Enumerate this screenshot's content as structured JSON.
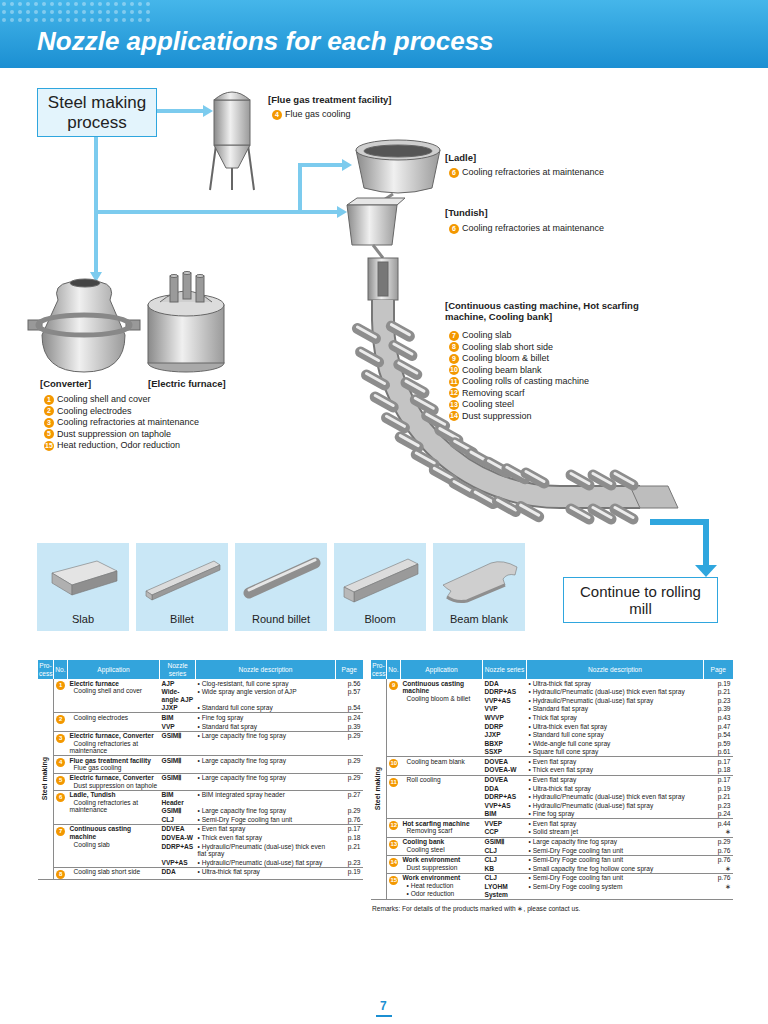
{
  "diagram": {
    "title": "Nozzle applications for each process",
    "nodes": [
      {
        "text": [
          "Steel making process"
        ]
      },
      {
        "text": [
          "Slab"
        ]
      },
      {
        "text": [
          "Billet"
        ]
      },
      {
        "text": [
          "Round billet"
        ]
      },
      {
        "text": [
          "Bloom"
        ]
      },
      {
        "text": [
          "Beam blank"
        ]
      },
      {
        "text": [
          "Continue to rolling mill"
        ]
      }
    ],
    "labels": [
      "[Flue gas treatment facility]",
      "4",
      "Flue gas cooling",
      "[Ladle]",
      "6",
      "Cooling refractories at maintenance",
      "[Tundish]",
      "6",
      "Cooling refractories at maintenance",
      "[Continuous casting machine, Hot scarfing machine, Cooling bank]",
      "7",
      "Cooling slab",
      "8",
      "Cooling slab short side",
      "9",
      "Cooling bloom & billet",
      "10",
      "Cooling beam blank",
      "11",
      "Cooling rolls of casting machine",
      "12",
      "Removing scarf",
      "13",
      "Cooling steel",
      "14",
      "Dust suppression",
      "[Converter]",
      "[Electric furnace]",
      "1",
      "Cooling shell and cover",
      "2",
      "Cooling electrodes",
      "3",
      "Cooling refractories at maintenance",
      "5",
      "Dust suppression on taphole",
      "15",
      "Heat reduction, Odor reduction",
      "Pro- cess",
      "No.",
      "Application",
      "Nozzle series",
      "Nozzle description",
      "Page",
      "Steel making",
      "1",
      "Electric furnace",
      "Cooling shell and cover",
      "AJP",
      "• Clog-resistant, full cone spray",
      "p.56",
      "Wide-angle AJP",
      "• Wide spray angle version of AJP",
      "p.57",
      "JJXP",
      "• Standard full cone spray",
      "p.54",
      "2",
      "Cooling electrodes",
      "BIM",
      "• Fine fog spray",
      "p.24",
      "VVP",
      "• Standard flat spray",
      "p.39",
      "3",
      "Electric furnace, Converter",
      "Cooling refractories at maintenance",
      "GSIMⅡ",
      "• Large capacity fine fog spray",
      "p.29",
      "4",
      "Flue gas treatment facility",
      "Flue gas cooling",
      "GSIMⅡ",
      "• Large capacity fine fog spray",
      "p.29",
      "5",
      "Electric furnace, Converter",
      "Dust suppression on taphole",
      "GSIMⅡ",
      "• Large capacity fine fog spray",
      "p.29",
      "6",
      "Ladle, Tundish",
      "Cooling refractories at maintenance",
      "BIM Header",
      "• BIM integrated spray header",
      "p.27",
      "GSIMⅡ",
      "• Large capacity fine fog spray",
      "p.29",
      "CLJ",
      "• Semi-Dry Foge cooling fan unit",
      "p.76",
      "7",
      "Continuous casting machine",
      "Cooling slab",
      "DDVEA",
      "• Even flat spray",
      "p.17",
      "DDVEA-W",
      "• Thick even flat spray",
      "p.18",
      "DDRP+AS",
      "• Hydraulic/Pneumatic (dual-use) thick even flat spray",
      "p.21",
      "VVP+AS",
      "• Hydraulic/Pneumatic (dual-use) flat spray",
      "p.23",
      "8",
      "Cooling slab short side",
      "DDA",
      "• Ultra-thick flat spray",
      "p.19",
      "Pro- cess",
      "No.",
      "Application",
      "Nozzle series",
      "Nozzle description",
      "Page",
      "Steel making",
      "9",
      "Continuous casting machine",
      "Cooling bloom & billet",
      "DDA",
      "• Ultra-thick flat spray",
      "p.19",
      "DDRP+AS",
      "• Hydraulic/Pneumatic (dual-use) thick even flat spray",
      "p.21",
      "VVP+AS",
      "• Hydraulic/Pneumatic (dual-use) flat spray",
      "p.23",
      "VVP",
      "• Standard flat spray",
      "p.39",
      "WVVP",
      "• Thick flat spray",
      "p.43",
      "DDRP",
      "• Ultra-thick even flat spray",
      "p.47",
      "JJXP",
      "• Standard full cone spray",
      "p.54",
      "BBXP",
      "• Wide-angle full cone spray",
      "p.59",
      "SSXP",
      "• Square full cone spray",
      "p.61",
      "10",
      "Cooling beam blank",
      "DOVEA",
      "• Even flat spray",
      "p.17",
      "DOVEA-W",
      "• Thick even flat spray",
      "p.18",
      "11",
      "Roll cooling",
      "DOVEA",
      "• Even flat spray",
      "p.17",
      "DDA",
      "• Ultra-thick flat spray",
      "p.19",
      "DDRP+AS",
      "• Hydraulic/Pneumatic (dual-use) thick even flat spray",
      "p.21",
      "VVP+AS",
      "• Hydraulic/Pneumatic (dual-use) flat spray",
      "p.23",
      "BIM",
      "• Fine fog spray",
      "p.24",
      "12",
      "Hot scarfing machine",
      "Removing scarf",
      "VVEP",
      "• Even flat spray",
      "p.44",
      "CCP",
      "• Solid stream jet",
      "∗",
      "13",
      "Cooling bank",
      "Cooling steel",
      "GSIMⅡ",
      "• Large capacity fine fog spray",
      "p.29",
      "CLJ",
      "• Semi-Dry Foge cooling fan unit",
      "p.76",
      "14",
      "Work environment",
      "Dust suppression",
      "CLJ",
      "• Semi-Dry Foge cooling fan unit",
      "p.76",
      "KB",
      "• Small capacity fine fog hollow cone spray",
      "∗",
      "15",
      "Work environment",
      "• Heat reduction",
      "• Odor reduction",
      "CLJ",
      "• Semi-Dry Foge cooling fan unit",
      "p.76",
      "LYOHM System",
      "• Semi-Dry Foge cooling system",
      "∗",
      "Remarks: For details of the products marked with ∗, please contact us.",
      "7"
    ]
  }
}
